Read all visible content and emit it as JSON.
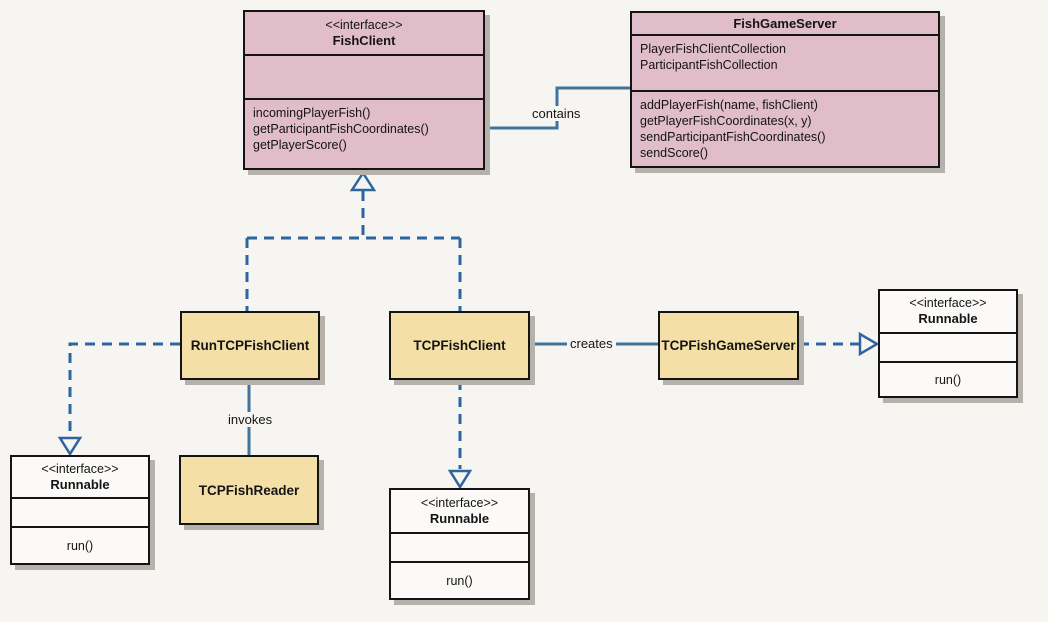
{
  "diagram_type": "uml-class-diagram",
  "colors": {
    "background": "#f6f5f2",
    "interface_class_fill": "#e0bdc9",
    "concrete_class_fill": "#f4e0a6",
    "plain_interface_fill": "#fbfaf8",
    "connector_blue_dashed": "#2d659c",
    "connector_blue_solid": "#41739f",
    "box_border": "#141414"
  },
  "edge_labels": {
    "contains": "contains",
    "creates": "creates",
    "invokes": "invokes"
  },
  "classes": {
    "fish_client": {
      "stereotype": "<<interface>>",
      "name": "FishClient",
      "attributes": [],
      "methods": [
        "incomingPlayerFish()",
        "getParticipantFishCoordinates()",
        "getPlayerScore()"
      ]
    },
    "fish_game_server": {
      "name": "FishGameServer",
      "attributes": [
        "PlayerFishClientCollection",
        "ParticipantFishCollection"
      ],
      "methods": [
        "addPlayerFish(name, fishClient)",
        "getPlayerFishCoordinates(x, y)",
        "sendParticipantFishCoordinates()",
        "sendScore()"
      ]
    },
    "run_tcp_fish_client": {
      "name": "RunTCPFishClient"
    },
    "tcp_fish_client": {
      "name": "TCPFishClient"
    },
    "tcp_fish_game_server": {
      "name": "TCPFishGameServer"
    },
    "tcp_fish_reader": {
      "name": "TCPFishReader"
    },
    "runnable_left": {
      "stereotype": "<<interface>>",
      "name": "Runnable",
      "methods": [
        "run()"
      ]
    },
    "runnable_middle": {
      "stereotype": "<<interface>>",
      "name": "Runnable",
      "methods": [
        "run()"
      ]
    },
    "runnable_right": {
      "stereotype": "<<interface>>",
      "name": "Runnable",
      "methods": [
        "run()"
      ]
    }
  }
}
